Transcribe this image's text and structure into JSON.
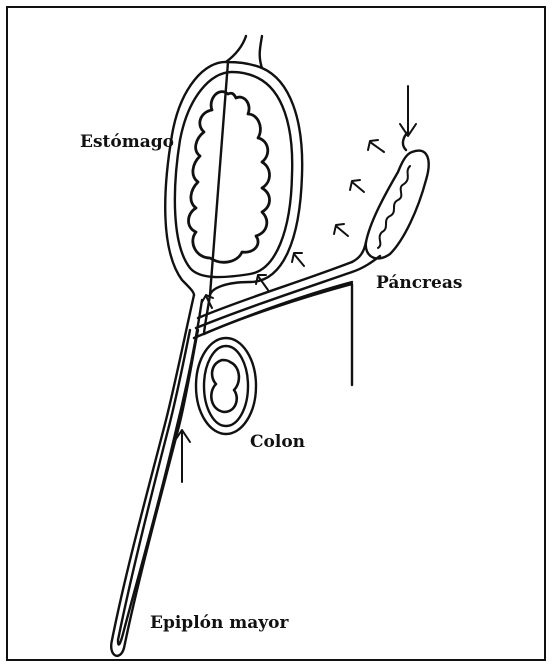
{
  "diagram": {
    "labels": {
      "stomach": "Estómago",
      "pancreas": "Páncreas",
      "colon": "Colon",
      "greater_omentum": "Epiplón mayor"
    },
    "colors": {
      "line": "#111111",
      "background": "#ffffff"
    }
  }
}
